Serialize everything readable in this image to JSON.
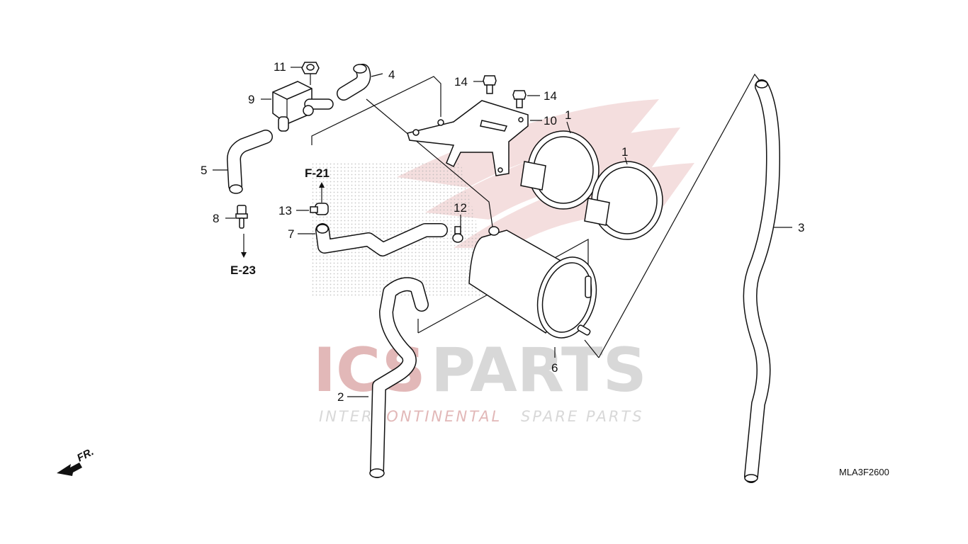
{
  "watermark": {
    "brand_left": "ICS",
    "brand_right": "PARTS",
    "tagline_1": "INTER",
    "tagline_2": "CONTINENTAL",
    "tagline_3": "SPARE PARTS",
    "brand_color": "#e2b8b8",
    "grey_color": "#d8d8d8"
  },
  "callouts": {
    "c1a": "1",
    "c1b": "1",
    "c2": "2",
    "c3": "3",
    "c4": "4",
    "c5": "5",
    "c6": "6",
    "c7": "7",
    "c8": "8",
    "c9": "9",
    "c10": "10",
    "c11": "11",
    "c12": "12",
    "c13": "13",
    "c14a": "14",
    "c14b": "14"
  },
  "references": {
    "f21": "F-21",
    "e23": "E-23"
  },
  "front_indicator": "FR.",
  "diagram_code": "MLA3F2600"
}
